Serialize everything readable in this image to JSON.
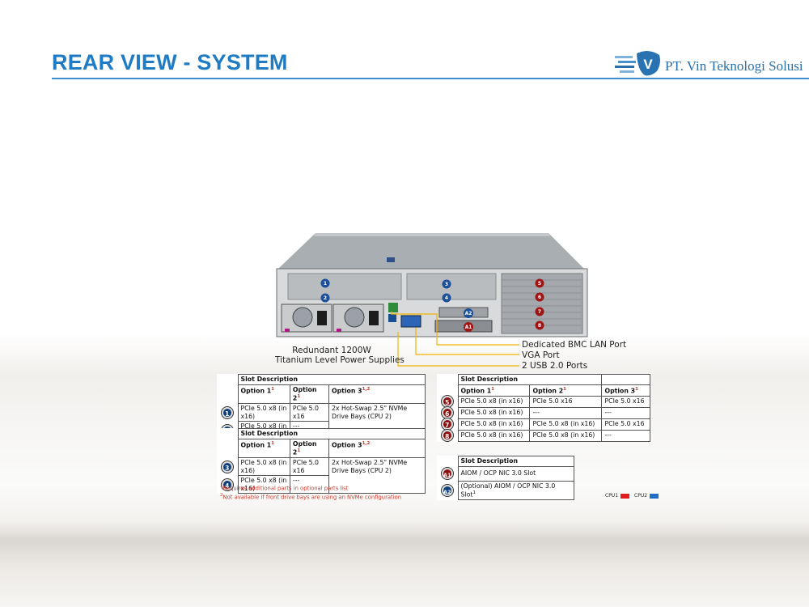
{
  "header": {
    "title": "REAR VIEW - SYSTEM",
    "company": "PT. Vin Teknologi Solusi",
    "logo_letter": "V"
  },
  "server": {
    "slot_badges": [
      "1",
      "2",
      "3",
      "4",
      "5",
      "6",
      "7",
      "8",
      "A1",
      "A2"
    ]
  },
  "callouts": {
    "psu_line1": "Redundant 1200W",
    "psu_line2": "Titanium Level Power Supplies",
    "bmc": "Dedicated BMC LAN Port",
    "vga": "VGA Port",
    "usb": "2 USB 2.0 Ports"
  },
  "table1": {
    "header": "Slot Description",
    "cols": [
      "Option 1",
      "Option 2",
      "Option 3"
    ],
    "rows": [
      {
        "badge": "1",
        "c1": "PCIe 5.0 x8 (in x16)",
        "c2": "PCIe 5.0 x16",
        "c3": "2x Hot-Swap 2.5\" NVMe Drive Bays (CPU 2)"
      },
      {
        "badge": "2",
        "c1": "PCIe 5.0 x8 (in x16)",
        "c2": "---"
      }
    ]
  },
  "table2": {
    "header": "Slot Description",
    "cols": [
      "Option 1",
      "Option 2",
      "Option 3"
    ],
    "rows": [
      {
        "badge": "3",
        "c1": "PCIe 5.0 x8 (in x16)",
        "c2": "PCIe 5.0 x16",
        "c3": "2x Hot-Swap 2.5\" NVMe Drive Bays (CPU 2)"
      },
      {
        "badge": "4",
        "c1": "PCIe 5.0 x8 (in x16)",
        "c2": "---"
      }
    ]
  },
  "table3": {
    "header": "Slot Description",
    "cols": [
      "Option 1",
      "Option 2",
      "Option 3"
    ],
    "rows": [
      {
        "badge": "5",
        "c1": "PCIe 5.0 x8 (in x16)",
        "c2": "PCIe 5.0 x16",
        "c3": "PCIe 5.0 x16"
      },
      {
        "badge": "6",
        "c1": "PCIe 5.0 x8 (in x16)",
        "c2": "---",
        "c3": "---"
      },
      {
        "badge": "7",
        "c1": "PCIe 5.0 x8 (in x16)",
        "c2": "PCIe 5.0 x8 (in x16)",
        "c3": "PCIe 5.0 x16"
      },
      {
        "badge": "8",
        "c1": "PCIe 5.0 x8 (in x16)",
        "c2": "PCIe 5.0 x8 (in x16)",
        "c3": "---"
      }
    ]
  },
  "table4": {
    "header": "Slot Description",
    "rows": [
      {
        "badge": "A1",
        "c1": "AIOM / OCP NIC 3.0 Slot"
      },
      {
        "badge": "A2",
        "c1": "(Optional) AIOM / OCP NIC 3.0 Slot"
      }
    ]
  },
  "notes": {
    "note1": "Requires additional parts in optional parts list",
    "note2": "Not available if front drive bays are using an NVMe configuration"
  },
  "legend": {
    "cpu1": "CPU1",
    "cpu2": "CPU2",
    "cpu1_color": "#e01b1b",
    "cpu2_color": "#1f6fc9"
  }
}
